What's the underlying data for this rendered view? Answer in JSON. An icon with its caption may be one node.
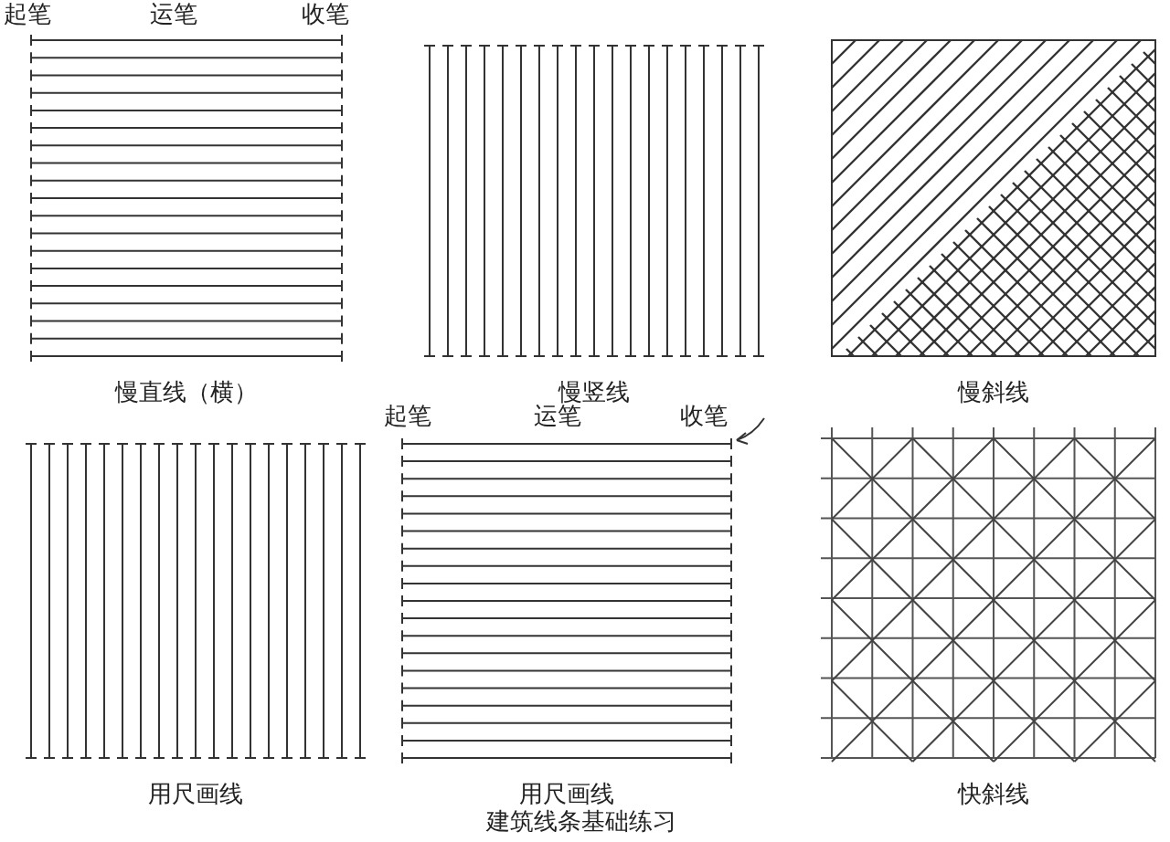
{
  "diagram": {
    "caption": "建筑线条基础练习",
    "nodes": [
      {
        "text": [
          "慢直线（横）"
        ]
      },
      {
        "text": [
          "慢竖线"
        ]
      },
      {
        "text": [
          "慢斜线"
        ]
      },
      {
        "text": [
          "用尺画线"
        ]
      },
      {
        "text": [
          "用尺画线"
        ]
      },
      {
        "text": [
          "快斜线"
        ]
      }
    ],
    "labels": [
      "起笔",
      "运笔",
      "收笔",
      "起笔",
      "运笔",
      "收笔"
    ]
  }
}
